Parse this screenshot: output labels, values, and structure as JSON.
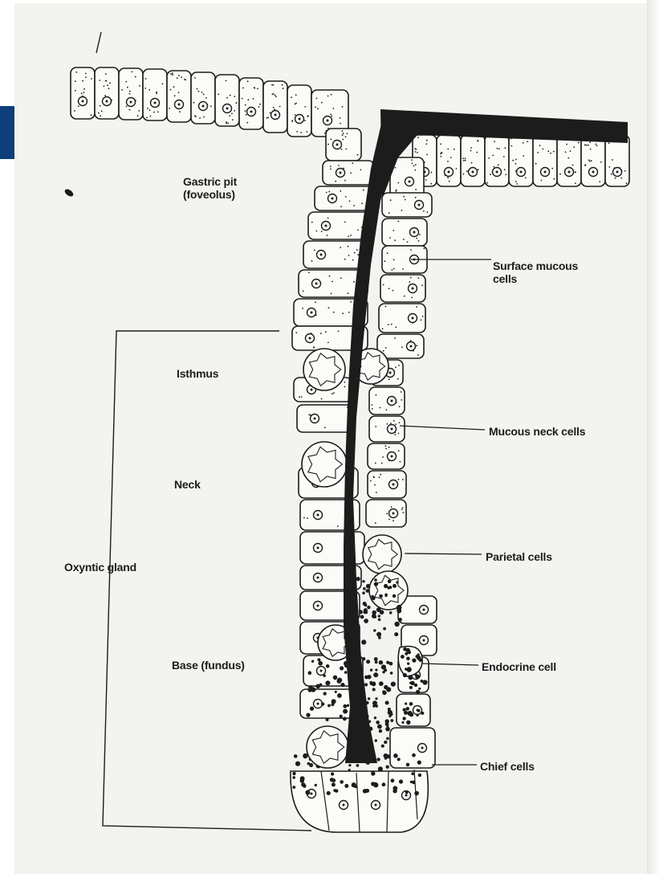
{
  "diagram": {
    "labels": {
      "gastric_pit_line1": "Gastric pit",
      "gastric_pit_line2": "(foveolus)",
      "isthmus": "Isthmus",
      "neck": "Neck",
      "oxyntic_gland": "Oxyntic gland",
      "base": "Base (fundus)",
      "surface_mucous_line1": "Surface mucous",
      "surface_mucous_line2": "cells",
      "mucous_neck": "Mucous neck cells",
      "parietal": "Parietal cells",
      "endocrine": "Endocrine cell",
      "chief": "Chief cells"
    },
    "colors": {
      "ink": "#1c1c1c",
      "paper": "#f3f3f0",
      "accent_tab": "#0d3f7a"
    }
  }
}
